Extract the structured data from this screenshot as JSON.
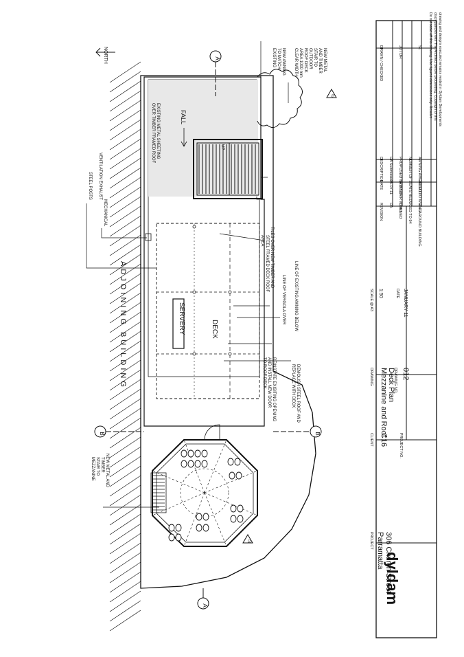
{
  "notice": {
    "line1": "Do not scale off this drawing. Use figured dimensions only. Resolve",
    "line2": "discrepancies with The Architect before proceeding. Copyright of this",
    "line3": "drawing and designs executed remains vested in Dyldam Developments"
  },
  "plan": {
    "north_label": "NORTH",
    "section_a": "A",
    "section_b": "B",
    "ref_01": "01",
    "ref_02": "02",
    "adjoining_building": "ADJOINING BUILDING",
    "servery": "SERVERY",
    "deck": "DECK",
    "fall": "FALL",
    "up": "UP",
    "labels": {
      "existing_metal_sheeting": "EXISTING METAL SHEETING",
      "over_timber_roof": "OVER TIMBER FRAMED ROOF",
      "steel_posts": "STEEL POSTS",
      "mech_vent_1": "MECHANICAL",
      "mech_vent_2": "VENTILATION EXHAUST",
      "tiles_1": "TILES OVER NEW TIMBER AND",
      "tiles_2": "STEEL FRAMED DECK ROOF",
      "tiles_3": "AREA",
      "vergola": "LINE OF VERGOLA OVER",
      "awning_below": "LINE OF EXISTING AWNING BELOW",
      "reinstate_1": "REINSTATE EXISITING OPENING",
      "reinstate_2": "AND INSTALL NEW DOOR",
      "reinstate_3": "TO ROOF DECK",
      "demolish_1": "DEMOLISH STEEL ROOF AND",
      "demolish_2": "REPLACE WITH DECK",
      "new_stair_1": "NEW METAL AND",
      "new_stair_2": "TIMBER",
      "new_stair_3": "STAIR TO",
      "new_stair_4": "MEZZANINE",
      "new_awning_1": "NEW AWNING",
      "new_awning_2": "TO MATCH",
      "new_awning_3": "EXISTING",
      "outdoor_1": "NEW METAL",
      "outdoor_2": "AND TIMBER",
      "outdoor_3": "STAIR TO",
      "outdoor_4": "OUTDOOR",
      "outdoor_5": "ROOF DECK",
      "outdoor_6": "AREA 1000 mm",
      "outdoor_7": "CLEAR WIDTH"
    }
  },
  "title_block": {
    "logo": "dyldam",
    "project_label": "PROJECT",
    "project_line1": "306 Church Street",
    "project_line2": "Parramatta",
    "client_label": "CLIENT",
    "client": "C16",
    "project_no_label": "PROJECT NO.",
    "drawing_label": "DRAWING",
    "drawing_line1": "Mezzanine and Roof",
    "drawing_line2": "Deck Plan",
    "drawing_no_label": "DRAWING NO.",
    "drawing_no": "012",
    "scale_label": "SCALE @ A3",
    "scale": "1:50",
    "date_label": "DATE",
    "date": "JANUARY 11",
    "rev_headers": [
      "REVISION",
      "DATE",
      "DESCRIPTION",
      "DRAWN / CHECKED"
    ],
    "revisions": [
      {
        "rev": "DA",
        "date": "25.07.11",
        "desc": "DA Submission",
        "drawn": ""
      },
      {
        "rev": "DA01",
        "date": "14.09.11",
        "desc": "PROPOSED NEW STAIR WIDENED",
        "drawn": "JD / DH"
      },
      {
        "rev": "",
        "date": "",
        "desc": "NUMBER OF SEATS REDUCED TO 94",
        "drawn": ""
      },
      {
        "rev": "DA02",
        "date": "26.09.11",
        "desc": "AWNING AMENDED TO WRAP AROUND BUILDING",
        "drawn": "SL"
      }
    ]
  }
}
